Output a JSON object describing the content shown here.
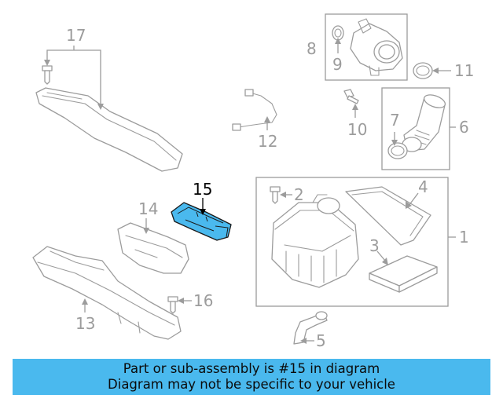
{
  "highlight_color": "#4ab9ee",
  "callouts": {
    "c1": "1",
    "c2": "2",
    "c3": "3",
    "c4": "4",
    "c5": "5",
    "c6": "6",
    "c7": "7",
    "c8": "8",
    "c9": "9",
    "c10": "10",
    "c11": "11",
    "c12": "12",
    "c13": "13",
    "c14": "14",
    "c15": "15",
    "c16": "16",
    "c17": "17"
  },
  "banner": {
    "line1": "Part or sub-assembly is #15 in diagram",
    "line2": "Diagram may not be specific to your vehicle"
  }
}
